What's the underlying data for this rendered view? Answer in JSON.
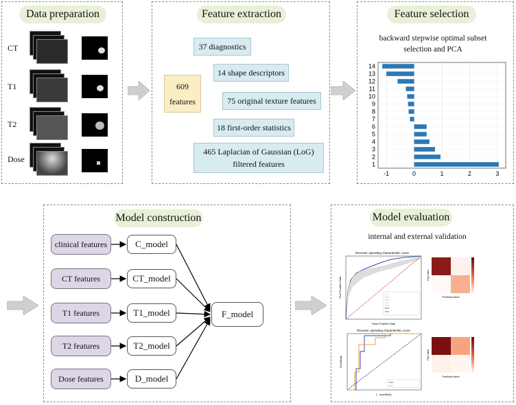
{
  "data_prep": {
    "title": "Data preparation",
    "modalities": [
      "CT",
      "T1",
      "T2",
      "Dose"
    ]
  },
  "feature_extraction": {
    "title": "Feature extraction",
    "total": "609 features",
    "items": [
      "37 diagnostics",
      "14 shape descriptors",
      "75 original texture features",
      "18 first-order statistics",
      "465 Laplacian of Gaussian (LoG) filtered features"
    ]
  },
  "feature_selection": {
    "title": "Feature selection",
    "subtitle": "backward stepwise optimal subset selection and PCA",
    "chart_data": {
      "type": "bar",
      "orientation": "horizontal",
      "categories": [
        "14",
        "13",
        "12",
        "11",
        "10",
        "9",
        "8",
        "7",
        "6",
        "5",
        "4",
        "3",
        "2",
        "1"
      ],
      "values": [
        -1.15,
        -1.0,
        -0.6,
        -0.3,
        -0.25,
        -0.22,
        -0.2,
        -0.15,
        0.45,
        0.45,
        0.55,
        0.75,
        0.95,
        3.05
      ],
      "xlim": [
        -1.3,
        3.3
      ],
      "xticks": [
        -1,
        0,
        1,
        2,
        3
      ],
      "grid": true,
      "color": "#2e77b4"
    }
  },
  "model_construction": {
    "title": "Model construction",
    "inputs": [
      "clinical features",
      "CT features",
      "T1 features",
      "T2 features",
      "Dose features"
    ],
    "models": [
      "C_model",
      "CT_model",
      "T1_model",
      "T2_model",
      "D_model"
    ],
    "fusion": "F_model"
  },
  "model_evaluation": {
    "title": "Model evaluation",
    "subtitle": "internal and external validation",
    "roc_top_title": "Receiver operating characteristic curve",
    "roc_bottom_title": "Receiver operating characteristic curve",
    "roc_top_xlabel": "False Positive Rate",
    "roc_top_ylabel": "True Positive Rate",
    "roc_bottom_xlabel": "1 - specificity",
    "roc_bottom_ylabel": "Sensitivity",
    "cm_xlabel": "Predicted label",
    "cm_ylabel": "True label"
  },
  "colors": {
    "pill": "#e8f1d8",
    "blue_box": "#d7ebf0",
    "yellow_box": "#fbedc4",
    "purple_box": "#ddd6e6",
    "bar": "#2e77b4",
    "arrow": "#cfcfcf"
  }
}
